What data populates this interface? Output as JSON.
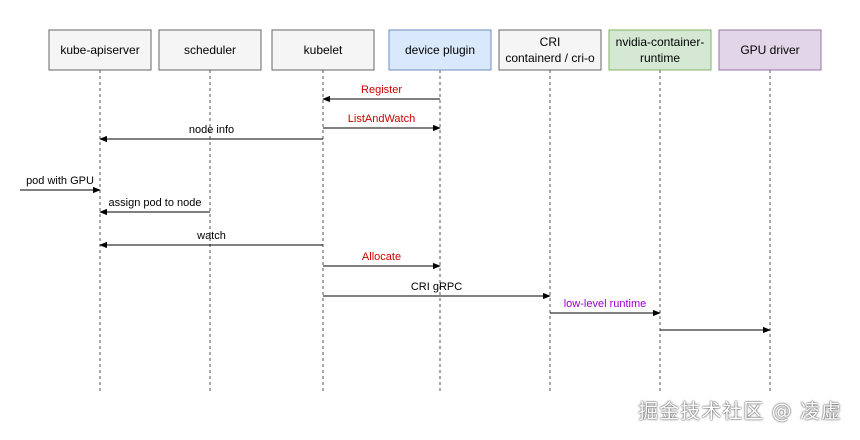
{
  "participants": [
    {
      "id": "kube-apiserver",
      "lines": [
        "kube-apiserver"
      ],
      "fill": "#f5f5f5",
      "stroke": "#666666"
    },
    {
      "id": "scheduler",
      "lines": [
        "scheduler"
      ],
      "fill": "#f5f5f5",
      "stroke": "#666666"
    },
    {
      "id": "kubelet",
      "lines": [
        "kubelet"
      ],
      "fill": "#f5f5f5",
      "stroke": "#666666"
    },
    {
      "id": "device-plugin",
      "lines": [
        "device plugin"
      ],
      "fill": "#dae8fc",
      "stroke": "#6c8ebf"
    },
    {
      "id": "cri",
      "lines": [
        "CRI",
        "containerd / cri-o"
      ],
      "fill": "#f5f5f5",
      "stroke": "#666666"
    },
    {
      "id": "nvidia-container-runtime",
      "lines": [
        "nvidia-container-",
        "runtime"
      ],
      "fill": "#d5e8d4",
      "stroke": "#82b366"
    },
    {
      "id": "gpu-driver",
      "lines": [
        "GPU driver"
      ],
      "fill": "#e1d5e7",
      "stroke": "#9673a6"
    }
  ],
  "messages": [
    {
      "id": "register",
      "label": "Register",
      "from": "device-plugin",
      "to": "kubelet",
      "color": "#cc0000"
    },
    {
      "id": "list-and-watch",
      "label": "ListAndWatch",
      "from": "kubelet",
      "to": "device-plugin",
      "color": "#cc0000"
    },
    {
      "id": "node-info",
      "label": "node info",
      "from": "kubelet",
      "to": "kube-apiserver",
      "color": "#000000"
    },
    {
      "id": "pod-with-gpu",
      "label": "pod with GPU",
      "from": "external",
      "to": "kube-apiserver",
      "color": "#000000"
    },
    {
      "id": "assign-pod",
      "label": "assign pod to node",
      "from": "scheduler",
      "to": "kube-apiserver",
      "color": "#000000"
    },
    {
      "id": "watch",
      "label": "watch",
      "from": "kubelet",
      "to": "kube-apiserver",
      "color": "#000000"
    },
    {
      "id": "allocate",
      "label": "Allocate",
      "from": "kubelet",
      "to": "device-plugin",
      "color": "#cc0000"
    },
    {
      "id": "cri-grpc",
      "label": "CRI gRPC",
      "from": "kubelet",
      "to": "cri",
      "color": "#000000"
    },
    {
      "id": "low-level-runtime",
      "label": "low-level runtime",
      "from": "cri",
      "to": "nvidia-container-runtime",
      "color": "#9900cc"
    },
    {
      "id": "to-driver",
      "label": "",
      "from": "nvidia-container-runtime",
      "to": "gpu-driver",
      "color": "#000000"
    }
  ],
  "watermark": "掘金技术社区 @ 凌虚"
}
